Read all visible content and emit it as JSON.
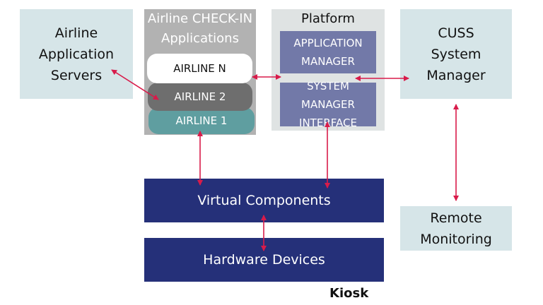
{
  "diagram": {
    "colors": {
      "box_light": "#d6e5e8",
      "group_grey": "#b2b2b2",
      "group_platform": "#dfe3e3",
      "navy": "#253079",
      "manager_blue": "#7279a8",
      "airline_white": "#ffffff",
      "airline_grey": "#6e6e6e",
      "airline_teal": "#5f9ea0",
      "arrow": "#d81b4a"
    },
    "airline_servers": {
      "line1": "Airline",
      "line2": "Application",
      "line3": "Servers"
    },
    "checkin_group": {
      "title_line1": "Airline CHECK-IN",
      "title_line2": "Applications",
      "airline_n": "AIRLINE N",
      "airline_2": "AIRLINE 2",
      "airline_1": "AIRLINE 1"
    },
    "platform_manager": {
      "title": "Platform Manager",
      "app_manager_line1": "APPLICATION",
      "app_manager_line2": "MANAGER",
      "smi_line1": "SYSTEM MANAGER",
      "smi_line2": "INTERFACE"
    },
    "cuss": {
      "line1": "CUSS",
      "line2": "System",
      "line3": "Manager"
    },
    "remote_monitoring": {
      "line1": "Remote",
      "line2": "Monitoring"
    },
    "virtual_components": "Virtual Components",
    "hardware_devices": "Hardware Devices",
    "kiosk_label": "Kiosk"
  }
}
